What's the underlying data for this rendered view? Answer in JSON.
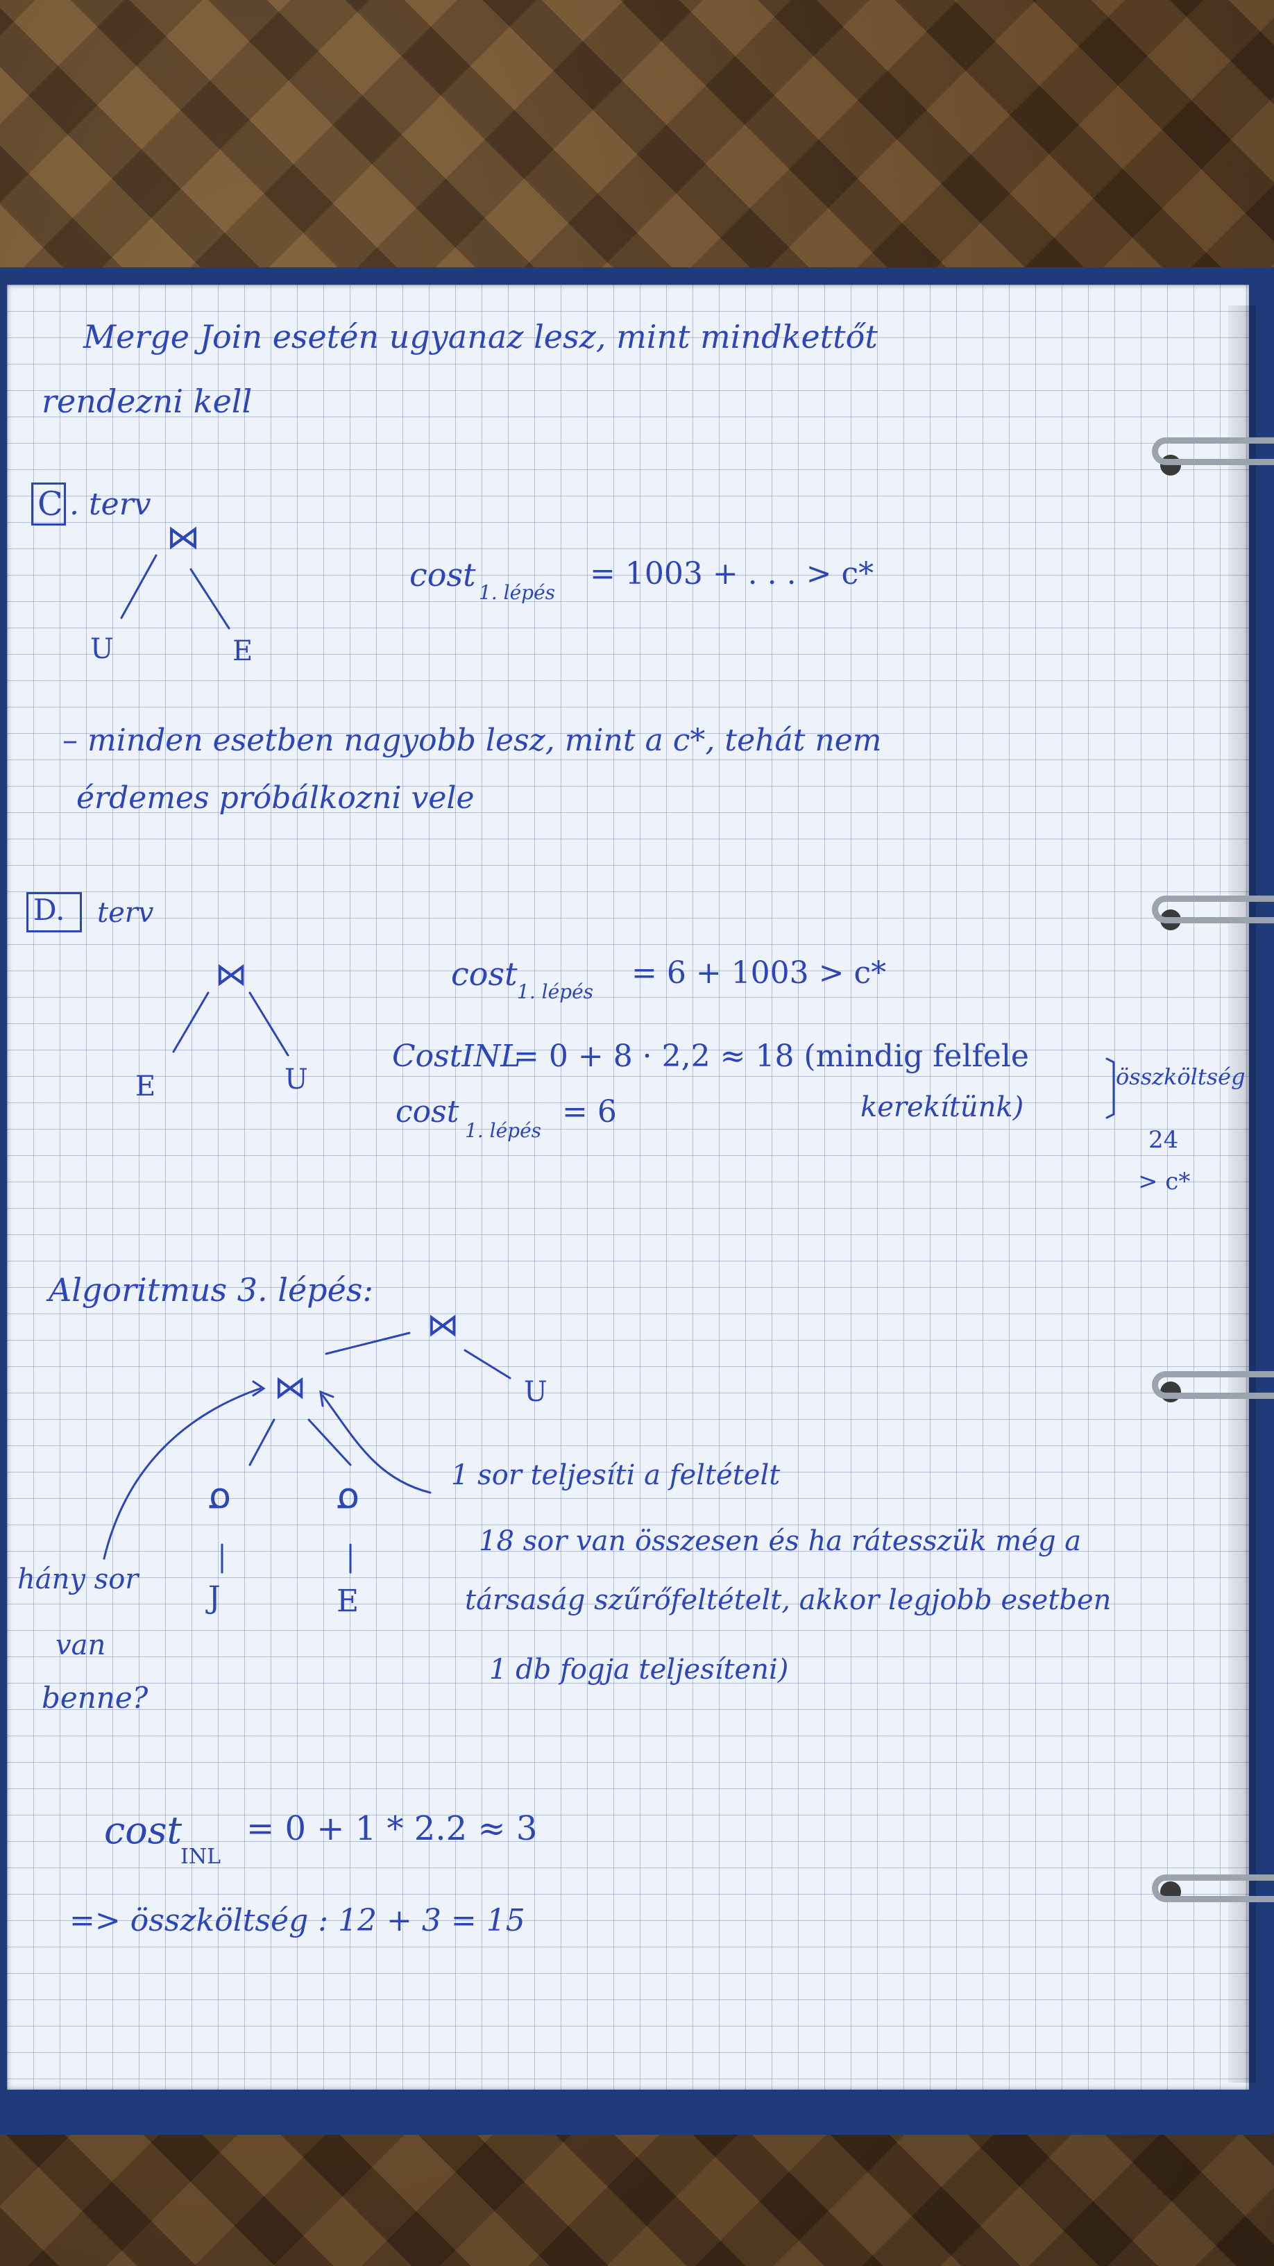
{
  "notes": {
    "line1": "Merge Join esetén ugyanaz lesz, mint mindkettőt",
    "line2": "rendezni kell",
    "c_label": "C",
    "c_term": ". terv",
    "c_join": "⋈",
    "c_left": "U",
    "c_right": "E",
    "c_cost_word": "cost",
    "c_cost_sub": "1. lépés",
    "c_cost_expr": "= 1003 + . . . > c*",
    "c_note1": "– minden esetben nagyobb lesz, mint a c*, tehát nem",
    "c_note2": "érdemes próbálkozni vele",
    "d_label": "D.",
    "d_term": "terv",
    "d_join": "⋈",
    "d_left": "E",
    "d_right": "U",
    "d_cost1_word": "cost",
    "d_cost1_sub": "1. lépés",
    "d_cost1_expr": "= 6 + 1003 > c*",
    "d_cost2_word": "CostINL",
    "d_cost2_expr": "= 0 + 8 · 2,2 ≈ 18  (mindig felfele",
    "d_cost2_cont": "kerekítünk)",
    "d_cost3_word": "cost",
    "d_cost3_sub": "1. lépés",
    "d_cost3_expr": "= 6",
    "d_total1": "összköltség",
    "d_total2": "24",
    "d_total3": "> c*",
    "alg_title": "Algoritmus 3. lépés:",
    "alg_top_join": "⋈",
    "alg_top_right": "U",
    "alg_mid_join": "⋈",
    "alg_sigma1": "σ",
    "alg_sigma2": "σ",
    "alg_leaf1": "J",
    "alg_leaf2": "E",
    "alg_q1": "hány sor",
    "alg_q2": "van",
    "alg_q3": "benne?",
    "alg_n1": "1 sor teljesíti a feltételt",
    "alg_n2": "18 sor van összesen és ha rátesszük még a",
    "alg_n3": "társaság szűrőfeltételt, akkor legjobb esetben",
    "alg_n4": "1 db fogja teljesíteni)",
    "final_cost_word": "cost",
    "final_cost_sub": "INL",
    "final_cost_expr": "= 0 + 1 * 2.2 ≈ 3",
    "final_total": "=> összköltség : 12 + 3 = 15"
  }
}
